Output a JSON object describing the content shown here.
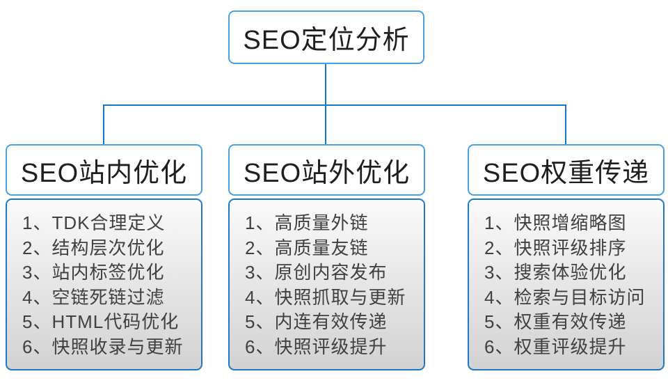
{
  "diagram": {
    "root": {
      "title": "SEO定位分析"
    },
    "columns": [
      {
        "title": "SEO站内优化",
        "items": [
          "1、TDK合理定义",
          "2、结构层次优化",
          "3、站内标签优化",
          "4、空链死链过滤",
          "5、HTML代码优化",
          "6、快照收录与更新"
        ]
      },
      {
        "title": "SEO站外优化",
        "items": [
          "1、高质量外链",
          "2、高质量友链",
          "3、原创内容发布",
          "4、快照抓取与更新",
          "5、内连有效传递",
          "6、快照评级提升"
        ]
      },
      {
        "title": "SEO权重传递",
        "items": [
          "1、快照增缩略图",
          "2、快照评级排序",
          "3、搜索体验优化",
          "4、检索与目标访问",
          "5、权重有效传递",
          "6、权重评级提升"
        ]
      }
    ],
    "colors": {
      "header_border": "#46a0e4",
      "list_border": "#1e78c8",
      "line_color": "#1776c6",
      "heading_text": "#1e1e1e",
      "item_text": "#404040",
      "list_bg_top": "#fafafa",
      "list_bg_bottom": "#d2d2d2"
    }
  }
}
